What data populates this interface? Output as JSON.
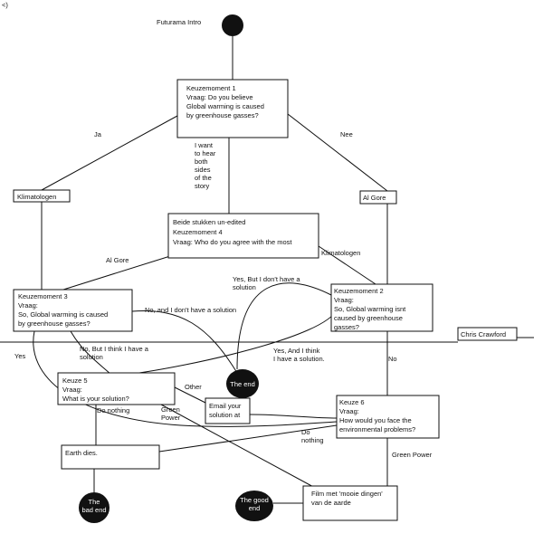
{
  "corner_mark": "<)",
  "start": {
    "label": "Futurama Intro"
  },
  "boxes": {
    "keuze1": [
      "Keuzemoment 1",
      "Vraag: Do you believe",
      "Global warming is caused",
      "by greenhouse gasses?"
    ],
    "klimatologen_left": [
      "Klimatologen"
    ],
    "algore_right": [
      "Al Gore"
    ],
    "beide": [
      "Beide stukken un-edited",
      "Keuzemoment 4",
      "Vraag: Who do you agree with the most"
    ],
    "keuze3": [
      "Keuzemoment 3",
      "Vraag:",
      "So, Global warming is caused",
      "by greenhouse gasses?"
    ],
    "keuze2": [
      "Keuzemoment 2",
      "Vraag:",
      "So, Global warming isnt",
      "caused by greenhouse",
      "gasses?"
    ],
    "chris": [
      "Chris Crawford"
    ],
    "keuze5": [
      "Keuze 5",
      "Vraag:",
      "What is your solution?"
    ],
    "email": [
      "Email your",
      "solution at"
    ],
    "keuze6": [
      "Keuze 6",
      "Vraag:",
      "How would you face the",
      "environmental problems?"
    ],
    "earth": [
      "Earth dies."
    ],
    "film": [
      "Film met 'mooie dingen'",
      "van de aarde"
    ]
  },
  "ends": {
    "the_end": [
      "The end"
    ],
    "bad_end": [
      "The",
      "bad end"
    ],
    "good_end": [
      "The good",
      "end"
    ]
  },
  "edge_labels": {
    "ja": "Ja",
    "nee": "Nee",
    "hear_both": [
      "I want",
      "to hear",
      "both",
      "sides",
      "of the",
      "story"
    ],
    "al_gore": "Al Gore",
    "klimatologen": "Klimatologen",
    "yes_but": [
      "Yes, But I don't have a",
      "solution"
    ],
    "no_and": "No, and I don't have a solution",
    "no_but": [
      "No, But I think I have a",
      "solution"
    ],
    "yes_and": [
      "Yes, And I think",
      "I have a solution."
    ],
    "yes": "Yes",
    "no": "No",
    "other": "Other",
    "do_nothing_left": "Do nothing",
    "green_power_left": [
      "Green",
      "Power"
    ],
    "do_nothing_right": [
      "Do",
      "nothing"
    ],
    "green_power_right": "Green Power"
  }
}
